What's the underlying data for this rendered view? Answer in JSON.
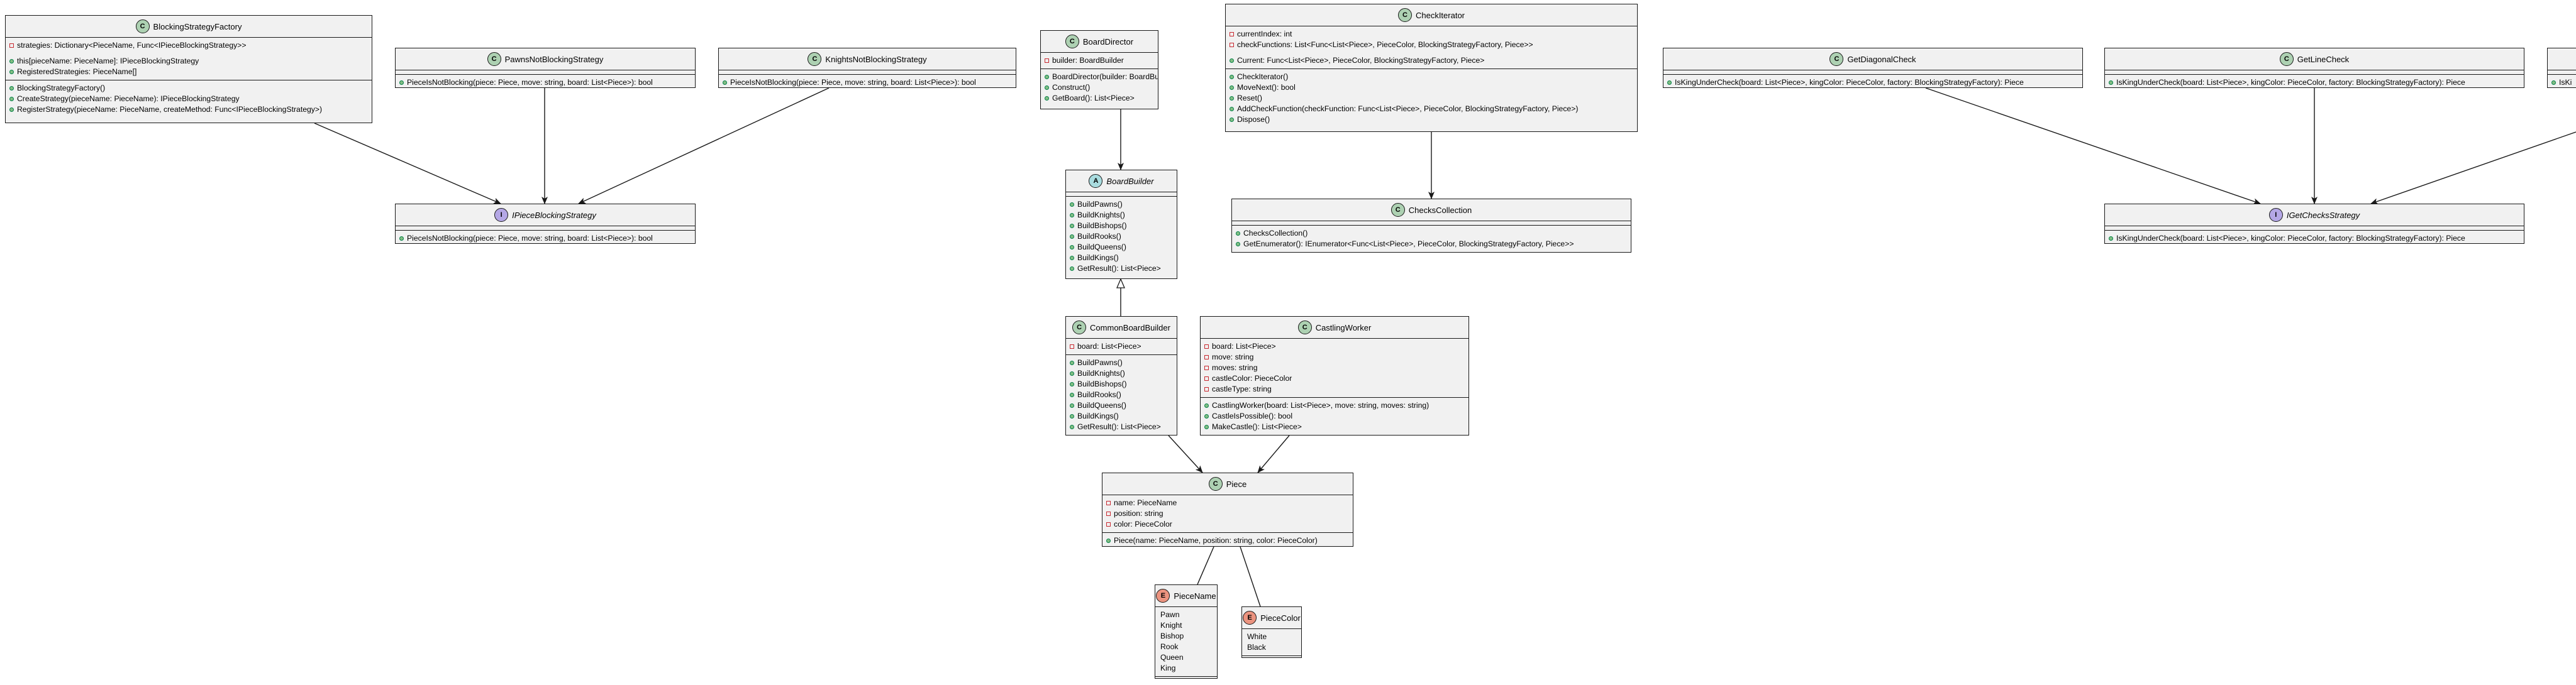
{
  "classes": [
    {
      "id": "BlockingStrategyFactory",
      "name": "BlockingStrategyFactory",
      "kind": "C",
      "fields": [
        {
          "vis": "priv",
          "text": "strategies: Dictionary<PieceName, Func<IPieceBlockingStrategy>>"
        },
        {
          "vis": "gap",
          "text": ""
        },
        {
          "vis": "pub",
          "text": "this[pieceName: PieceName]: IPieceBlockingStrategy"
        },
        {
          "vis": "pub",
          "text": "RegisteredStrategies: PieceName[]"
        }
      ],
      "methods": [
        {
          "vis": "pub",
          "text": "BlockingStrategyFactory()"
        },
        {
          "vis": "pub",
          "text": "CreateStrategy(pieceName: PieceName): IPieceBlockingStrategy"
        },
        {
          "vis": "pub",
          "text": "RegisterStrategy(pieceName: PieceName, createMethod: Func<IPieceBlockingStrategy>)"
        }
      ]
    },
    {
      "id": "PawnsNotBlockingStrategy",
      "name": "PawnsNotBlockingStrategy",
      "kind": "C",
      "fields": [],
      "methods": [
        {
          "vis": "pub",
          "text": "PieceIsNotBlocking(piece: Piece, move: string, board: List<Piece>): bool"
        }
      ]
    },
    {
      "id": "KnightsNotBlockingStrategy",
      "name": "KnightsNotBlockingStrategy",
      "kind": "C",
      "fields": [],
      "methods": [
        {
          "vis": "pub",
          "text": "PieceIsNotBlocking(piece: Piece, move: string, board: List<Piece>): bool"
        }
      ]
    },
    {
      "id": "IPieceBlockingStrategy",
      "name": "IPieceBlockingStrategy",
      "kind": "I",
      "italic": true,
      "fields": [],
      "methods": [
        {
          "vis": "pub",
          "text": "PieceIsNotBlocking(piece: Piece, move: string, board: List<Piece>): bool"
        }
      ]
    },
    {
      "id": "BoardDirector",
      "name": "BoardDirector",
      "kind": "C",
      "fields": [
        {
          "vis": "priv",
          "text": "builder: BoardBuilder"
        }
      ],
      "methods": [
        {
          "vis": "pub",
          "text": "BoardDirector(builder: BoardBuilder)"
        },
        {
          "vis": "pub",
          "text": "Construct()"
        },
        {
          "vis": "pub",
          "text": "GetBoard(): List<Piece>"
        }
      ]
    },
    {
      "id": "BoardBuilder",
      "name": "BoardBuilder",
      "kind": "A",
      "italic": true,
      "fields": [],
      "methods": [
        {
          "vis": "pub",
          "text": "BuildPawns()"
        },
        {
          "vis": "pub",
          "text": "BuildKnights()"
        },
        {
          "vis": "pub",
          "text": "BuildBishops()"
        },
        {
          "vis": "pub",
          "text": "BuildRooks()"
        },
        {
          "vis": "pub",
          "text": "BuildQueens()"
        },
        {
          "vis": "pub",
          "text": "BuildKings()"
        },
        {
          "vis": "pub",
          "text": "GetResult(): List<Piece>"
        }
      ]
    },
    {
      "id": "CommonBoardBuilder",
      "name": "CommonBoardBuilder",
      "kind": "C",
      "fields": [
        {
          "vis": "priv",
          "text": "board: List<Piece>"
        }
      ],
      "methods": [
        {
          "vis": "pub",
          "text": "BuildPawns()"
        },
        {
          "vis": "pub",
          "text": "BuildKnights()"
        },
        {
          "vis": "pub",
          "text": "BuildBishops()"
        },
        {
          "vis": "pub",
          "text": "BuildRooks()"
        },
        {
          "vis": "pub",
          "text": "BuildQueens()"
        },
        {
          "vis": "pub",
          "text": "BuildKings()"
        },
        {
          "vis": "pub",
          "text": "GetResult(): List<Piece>"
        }
      ]
    },
    {
      "id": "CheckIterator",
      "name": "CheckIterator",
      "kind": "C",
      "fields": [
        {
          "vis": "priv",
          "text": "currentIndex: int"
        },
        {
          "vis": "priv",
          "text": "checkFunctions: List<Func<List<Piece>, PieceColor, BlockingStrategyFactory, Piece>>"
        },
        {
          "vis": "gap",
          "text": ""
        },
        {
          "vis": "pub",
          "text": "Current: Func<List<Piece>, PieceColor, BlockingStrategyFactory, Piece>"
        }
      ],
      "methods": [
        {
          "vis": "pub",
          "text": "CheckIterator()"
        },
        {
          "vis": "pub",
          "text": "MoveNext(): bool"
        },
        {
          "vis": "pub",
          "text": "Reset()"
        },
        {
          "vis": "pub",
          "text": "AddCheckFunction(checkFunction: Func<List<Piece>, PieceColor, BlockingStrategyFactory, Piece>)"
        },
        {
          "vis": "pub",
          "text": "Dispose()"
        }
      ]
    },
    {
      "id": "ChecksCollection",
      "name": "ChecksCollection",
      "kind": "C",
      "fields": [],
      "methods": [
        {
          "vis": "pub",
          "text": "ChecksCollection()"
        },
        {
          "vis": "pub",
          "text": "GetEnumerator(): IEnumerator<Func<List<Piece>, PieceColor, BlockingStrategyFactory, Piece>>"
        }
      ]
    },
    {
      "id": "CastlingWorker",
      "name": "CastlingWorker",
      "kind": "C",
      "fields": [
        {
          "vis": "priv",
          "text": "board: List<Piece>"
        },
        {
          "vis": "priv",
          "text": "move: string"
        },
        {
          "vis": "priv",
          "text": "moves: string"
        },
        {
          "vis": "priv",
          "text": "castleColor: PieceColor"
        },
        {
          "vis": "priv",
          "text": "castleType: string"
        }
      ],
      "methods": [
        {
          "vis": "pub",
          "text": "CastlingWorker(board: List<Piece>, move: string, moves: string)"
        },
        {
          "vis": "pub",
          "text": "CastleIsPossible(): bool"
        },
        {
          "vis": "pub",
          "text": "MakeCastle(): List<Piece>"
        }
      ]
    },
    {
      "id": "Piece",
      "name": "Piece",
      "kind": "C",
      "fields": [
        {
          "vis": "priv",
          "text": "name: PieceName"
        },
        {
          "vis": "priv",
          "text": "position: string"
        },
        {
          "vis": "priv",
          "text": "color: PieceColor"
        }
      ],
      "methods": [
        {
          "vis": "pub",
          "text": "Piece(name: PieceName, position: string, color: PieceColor)"
        }
      ]
    },
    {
      "id": "PieceName",
      "name": "PieceName",
      "kind": "E",
      "fields": [
        {
          "vis": "none",
          "text": "Pawn"
        },
        {
          "vis": "none",
          "text": "Knight"
        },
        {
          "vis": "none",
          "text": "Bishop"
        },
        {
          "vis": "none",
          "text": "Rook"
        },
        {
          "vis": "none",
          "text": "Queen"
        },
        {
          "vis": "none",
          "text": "King"
        }
      ],
      "methods": []
    },
    {
      "id": "PieceColor",
      "name": "PieceColor",
      "kind": "E",
      "fields": [
        {
          "vis": "none",
          "text": "White"
        },
        {
          "vis": "none",
          "text": "Black"
        }
      ],
      "methods": []
    },
    {
      "id": "GetDiagonalCheck",
      "name": "GetDiagonalCheck",
      "kind": "C",
      "fields": [],
      "methods": [
        {
          "vis": "pub",
          "text": "IsKingUnderCheck(board: List<Piece>, kingColor: PieceColor, factory: BlockingStrategyFactory): Piece"
        }
      ]
    },
    {
      "id": "GetLineCheck",
      "name": "GetLineCheck",
      "kind": "C",
      "fields": [],
      "methods": [
        {
          "vis": "pub",
          "text": "IsKingUnderCheck(board: List<Piece>, kingColor: PieceColor, factory: BlockingStrategyFactory): Piece"
        }
      ]
    },
    {
      "id": "IGetChecksStrategy",
      "name": "IGetChecksStrategy",
      "kind": "I",
      "italic": true,
      "fields": [],
      "methods": [
        {
          "vis": "pub",
          "text": "IsKingUnderCheck(board: List<Piece>, kingColor: PieceColor, factory: BlockingStrategyFactory): Piece"
        }
      ]
    },
    {
      "id": "ClippedCheckClass",
      "name": "",
      "kind": "C",
      "fields": [],
      "methods": [
        {
          "vis": "pub",
          "text": "IsKi"
        }
      ]
    }
  ],
  "colors": {
    "class_badge": "#ADD1B2",
    "interface_badge": "#B4A7E5",
    "abstract_badge": "#A9DCDF",
    "enum_badge": "#EB937F",
    "box_fill": "#F1F1F1",
    "line": "#181818",
    "public_marker": "#84BE84",
    "private_marker": "#C82930"
  }
}
